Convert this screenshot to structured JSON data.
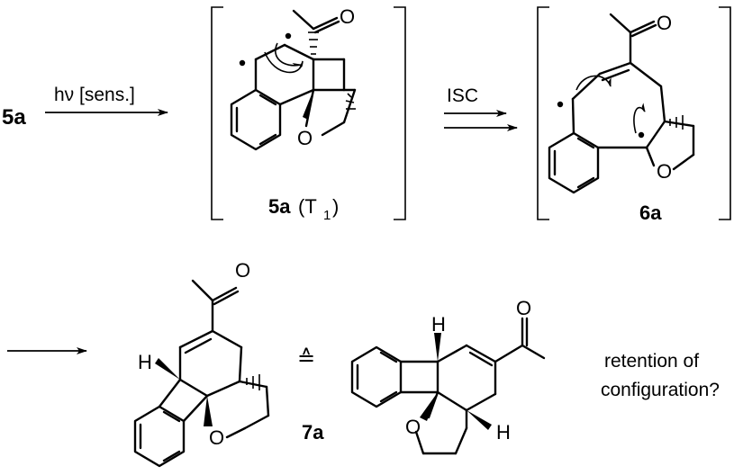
{
  "labels": {
    "start_compound": "5a",
    "step1_conditions": "hν [sens.]",
    "intermediate1_name": "5a",
    "intermediate1_state": "(T",
    "intermediate1_state_sub": "1",
    "intermediate1_state_close": ")",
    "step2_conditions": "ISC",
    "intermediate2_name": "6a",
    "product_name": "7a",
    "equivalence_symbol": "≙",
    "question_line1": "retention of",
    "question_line2": "configuration?"
  },
  "atoms": {
    "oxygen": "O",
    "hydrogen": "H"
  }
}
